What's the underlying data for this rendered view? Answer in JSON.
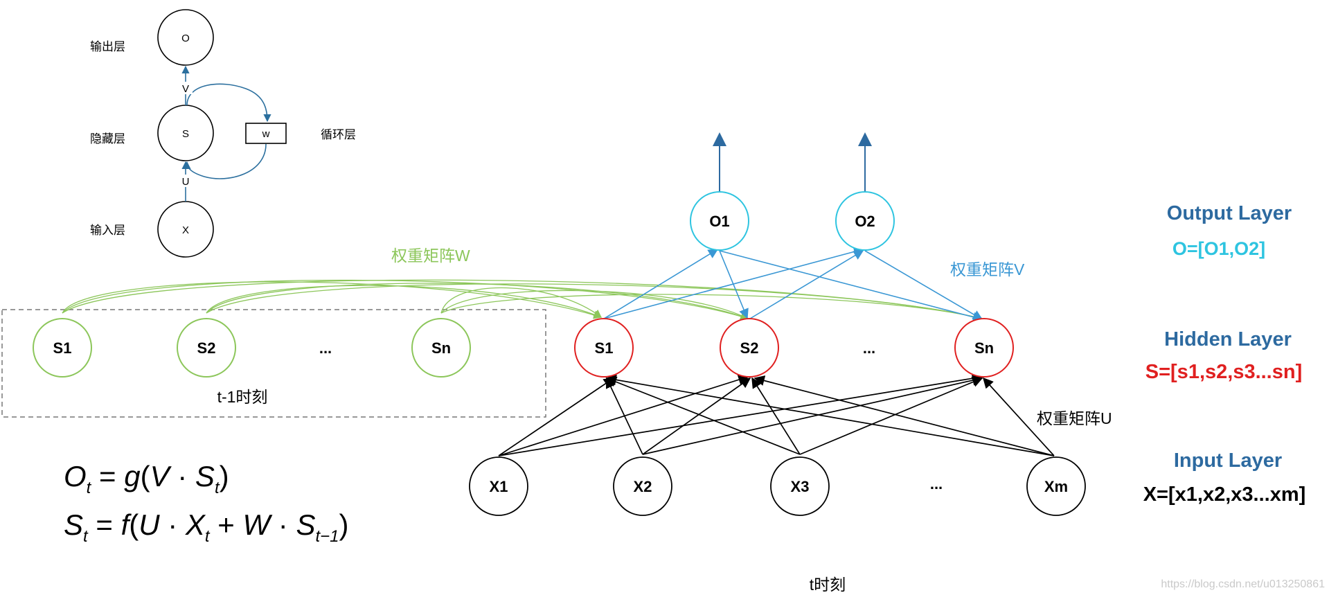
{
  "mini": {
    "label_output": "输出层",
    "label_hidden": "隐藏层",
    "label_input": "输入层",
    "label_loop": "循环层",
    "node_o": "O",
    "node_s": "S",
    "node_x": "X",
    "box_w": "w",
    "edge_v": "V",
    "edge_u": "U"
  },
  "prev_step": {
    "nodes": [
      "S1",
      "S2",
      "...",
      "Sn"
    ],
    "caption": "t-1时刻"
  },
  "weight_w_label": "权重矩阵W",
  "weight_v_label": "权重矩阵V",
  "weight_u_label": "权重矩阵U",
  "outputs": [
    "O1",
    "O2"
  ],
  "hidden": [
    "S1",
    "S2",
    "...",
    "Sn"
  ],
  "inputs": [
    "X1",
    "X2",
    "X3",
    "...",
    "Xm"
  ],
  "time_caption": "t时刻",
  "layers": {
    "output_title": "Output Layer",
    "output_formula": "O=[O1,O2]",
    "hidden_title": "Hidden Layer",
    "hidden_formula": "S=[s1,s2,s3...sn]",
    "input_title": "Input Layer",
    "input_formula": "X=[x1,x2,x3...xm]"
  },
  "equations": {
    "eq1": "O = g(V·S)",
    "eq2": "S = f(U·X + W·S)"
  },
  "watermark": "https://blog.csdn.net/u013250861",
  "colors": {
    "green": "#8cc65a",
    "blue": "#3a97d4",
    "cyan": "#2ec4e0",
    "red": "#e02020",
    "title_blue": "#2d6aa0",
    "mini_edge": "#2b6f9e"
  }
}
